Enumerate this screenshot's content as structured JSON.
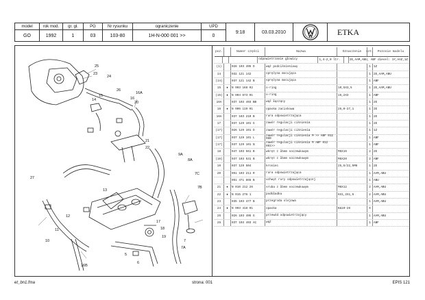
{
  "header": {
    "model_label": "model",
    "model_value": "GO",
    "year_label": "rok mod.",
    "year_value": "1992",
    "group_label": "gr. gł.",
    "group_value": "1",
    "pg_label": "PG",
    "pg_value": "03",
    "drawing_label": "Nr rysunku",
    "drawing_value": "103-80",
    "restriction_label": "ograniczenie",
    "restriction_value": "1H-N-000 001 >>",
    "upd_label": "UPD",
    "upd_value": "0",
    "time": "9:18",
    "date": "03.03.2010",
    "brand": "ETKA"
  },
  "parts_header": {
    "pos": "poz.",
    "part_no": "Numer części",
    "name": "Nazwa",
    "note": "Oznaczenie",
    "qty": "szt.",
    "model": "Pozosie modelu"
  },
  "parts": [
    {
      "pos": "",
      "flag": "",
      "no": "",
      "name": "odpowietrzanie głowicy",
      "note": "1,4-2,0 ltr.",
      "qty": "",
      "model": "2E,AAM,ABU, ABF diesel: 1Y,AAZ,1Z"
    },
    {
      "pos": "(1)",
      "flag": "",
      "no": "028 103 495 D",
      "name": "wąż podciśnieniowy",
      "note": "",
      "qty": "1",
      "model": "1Z"
    },
    {
      "pos": "14",
      "flag": "",
      "no": "032 121 142",
      "name": "sprężyna mocująca",
      "note": "",
      "qty": "1",
      "model": "2E,AAM,ABU"
    },
    {
      "pos": "(14)",
      "flag": "",
      "no": "037 121 142 B",
      "name": "sprężyna mocująca",
      "note": "",
      "qty": "1",
      "model": "ABF"
    },
    {
      "pos": "15",
      "flag": "♦",
      "no": "N  903 168 02",
      "name": "o-ring",
      "note": "10,5X3,5",
      "qty": "1",
      "model": "2E,AAM,ABU"
    },
    {
      "pos": "(15)",
      "flag": "♦",
      "no": "N  904 673 01",
      "name": "o-ring",
      "note": "16,2X3",
      "qty": "1",
      "model": "ABF"
    },
    {
      "pos": "16A",
      "flag": "",
      "no": "037 103 493 BB",
      "name": "wąż łączący",
      "note": "",
      "qty": "1",
      "model": "2E"
    },
    {
      "pos": "16",
      "flag": "♦",
      "no": "N  906 119 01",
      "name": "opaska zaciskowa",
      "note": "25,0-27,1",
      "qty": "1",
      "model": "2E"
    },
    {
      "pos": "16A",
      "flag": "",
      "no": "037 103 219 B",
      "name": "rura odpowietrzająca",
      "note": "",
      "qty": "1",
      "model": "2E"
    },
    {
      "pos": "17",
      "flag": "",
      "no": "037 129 101 G",
      "name": "zawór regulacji ciśnienia",
      "note": "",
      "qty": "1",
      "model": "2E"
    },
    {
      "pos": "(17)",
      "flag": "",
      "no": "026 129 101 D",
      "name": "zawór regulacji ciśnienia",
      "note": "",
      "qty": "1",
      "model": "1Z"
    },
    {
      "pos": "(17)",
      "flag": "",
      "no": "037 129 101 L",
      "name": "zawór regulacji ciśnienia M   >> ABF  012 980",
      "note": "",
      "qty": "1",
      "model": "ABF"
    },
    {
      "pos": "(17)",
      "flag": "",
      "no": "037 129 101 N",
      "name": "zawór regulacji ciśnienia M  ABF  012 981>>",
      "note": "",
      "qty": "1",
      "model": "ABF"
    },
    {
      "pos": "18",
      "flag": "",
      "no": "047 103 561 B",
      "name": "wkręt z łbem soczewkowym",
      "note": "M5X16",
      "qty": "2",
      "model": "2E"
    },
    {
      "pos": "(18)",
      "flag": "",
      "no": "037 103 531 B",
      "name": "wkręt z łbem soczewkowym",
      "note": "M5X20",
      "qty": "2",
      "model": "ABF"
    },
    {
      "pos": "19",
      "flag": "",
      "no": "037 129 504",
      "name": "kroniec",
      "note": "25,5/22,5M8",
      "qty": "1",
      "model": "2E"
    },
    {
      "pos": "20",
      "flag": "",
      "no": "051 103 211 R",
      "name": "rura odpowietrzająca",
      "note": "",
      "qty": "1",
      "model": "AAM,ABU"
    },
    {
      "pos": "",
      "flag": "",
      "no": "051 471 865 B",
      "name": "uchwyt rury odpowietrzającej",
      "note": "",
      "qty": "1",
      "model": "ABU"
    },
    {
      "pos": "21",
      "flag": "♦",
      "no": "N  010 212 26",
      "name": "sruba z łbem soczewkowym",
      "note": "M6X12",
      "qty": "2",
      "model": "AAM,ABU"
    },
    {
      "pos": "22",
      "flag": "♦",
      "no": "N  015 276 1",
      "name": "podkładka",
      "note": "6X1,2X1,6",
      "qty": "2",
      "model": "AAM,ABU"
    },
    {
      "pos": "23",
      "flag": "",
      "no": "035 103 477 B",
      "name": "przegroda olejowa",
      "note": "",
      "qty": "1",
      "model": "AAM,ABU"
    },
    {
      "pos": "24",
      "flag": "♦",
      "no": "N  903 418 01",
      "name": "opaska",
      "note": "K&19-26",
      "qty": "X",
      "model": ""
    },
    {
      "pos": "25",
      "flag": "",
      "no": "026 103 495 G",
      "name": "przewód odpowietrzający",
      "note": "",
      "qty": "1",
      "model": "AAM,ABU"
    },
    {
      "pos": "26",
      "flag": "",
      "no": "037 103 493 AC",
      "name": "wąż",
      "note": "",
      "qty": "1",
      "model": "ABF"
    }
  ],
  "callouts": [
    "25",
    "23",
    "24",
    "26",
    "15",
    "14",
    "16",
    "16A",
    "20",
    "21",
    "22",
    "9A",
    "8A",
    "7C",
    "27",
    "7A",
    "7",
    "7B",
    "16B",
    "10",
    "11",
    "12",
    "13",
    "5",
    "6",
    "17",
    "18",
    "19"
  ],
  "footer": {
    "left": "et_bn1.fma",
    "center": "strona: 001",
    "right": "EPIS 121"
  }
}
